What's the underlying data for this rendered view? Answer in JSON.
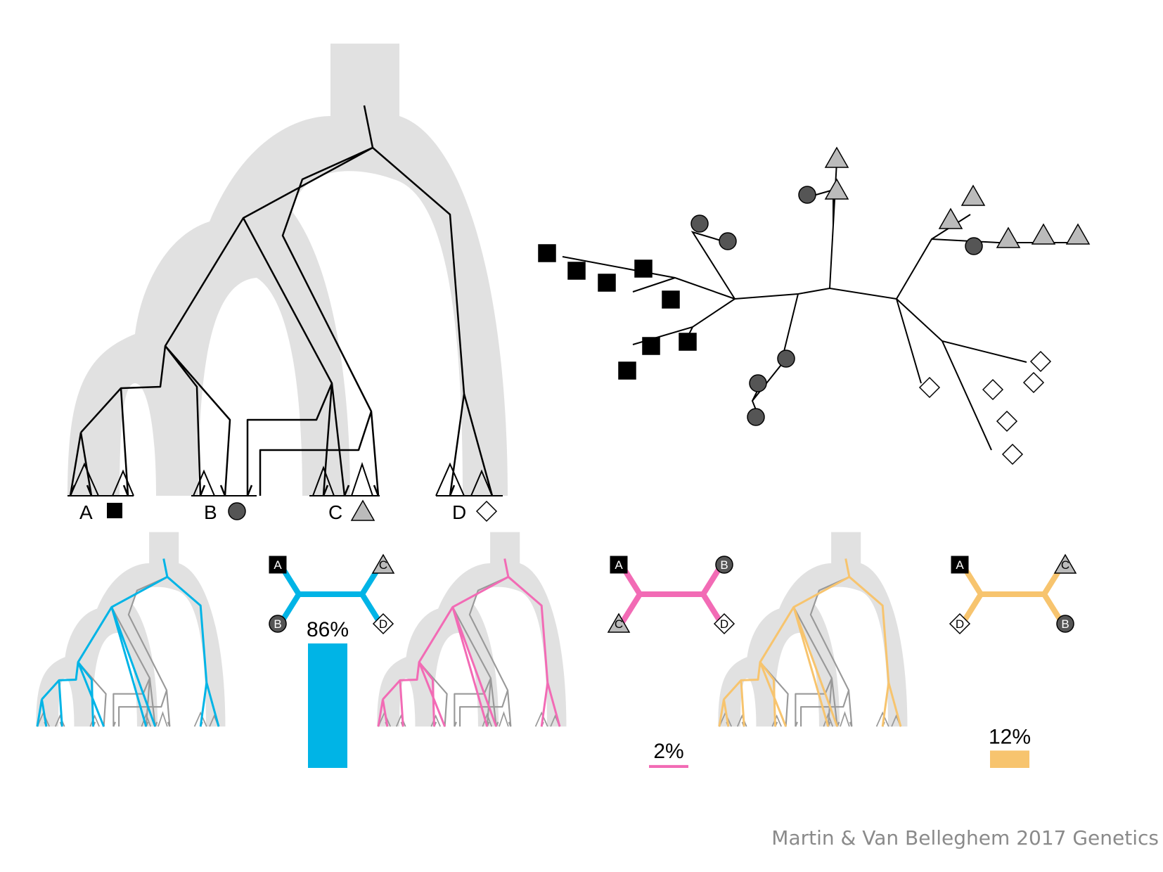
{
  "species_tree": {
    "labels": [
      {
        "text": "A",
        "shape": "square",
        "fill": "#000000"
      },
      {
        "text": "B",
        "shape": "circle",
        "fill": "#555555"
      },
      {
        "text": "C",
        "shape": "triangle",
        "fill": "#bbbbbb"
      },
      {
        "text": "D",
        "shape": "diamond",
        "fill": "#ffffff"
      }
    ]
  },
  "topologies": [
    {
      "name": "ABCD",
      "percent": 86,
      "label": "86%",
      "color": "#00b4e6",
      "left": [
        "A",
        "B"
      ],
      "right": [
        "C",
        "D"
      ]
    },
    {
      "name": "ACBD",
      "percent": 2,
      "label": "2%",
      "color": "#f26bb5",
      "left": [
        "A",
        "C"
      ],
      "right": [
        "B",
        "D"
      ]
    },
    {
      "name": "ADCB",
      "percent": 12,
      "label": "12%",
      "color": "#f7c46e",
      "left": [
        "A",
        "D"
      ],
      "right": [
        "C",
        "B"
      ]
    }
  ],
  "colors": {
    "tree_band": "#e1e1e1",
    "gene_tree": "#000000",
    "other_tree": "#999999"
  },
  "credit": "Martin & Van Belleghem 2017 Genetics"
}
